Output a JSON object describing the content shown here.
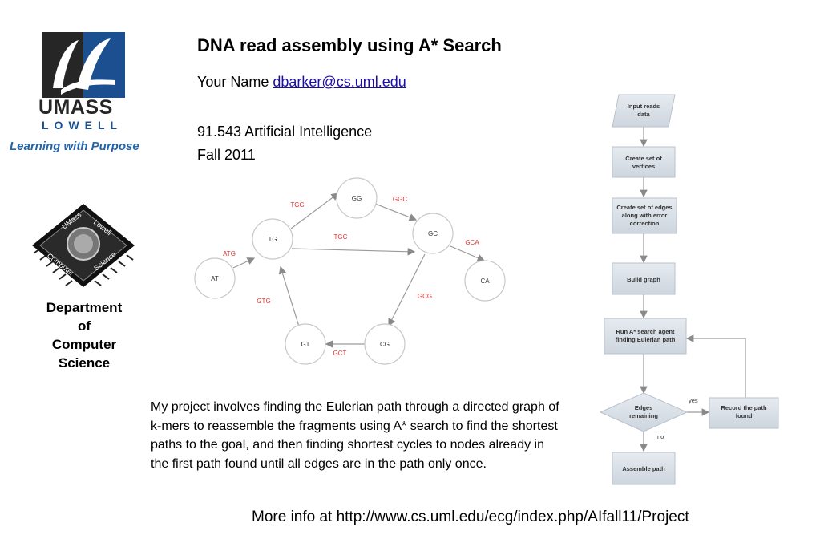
{
  "header": {
    "title": "DNA read assembly using A* Search",
    "name_prefix": "Your Name ",
    "email": "dbarker@cs.uml.edu",
    "course": "91.543  Artificial Intelligence",
    "term": "Fall 2011"
  },
  "logo": {
    "brand": "UMASS",
    "sub": "LOWELL",
    "tagline": "Learning with Purpose",
    "chip_words": [
      "UMass",
      "Lowell",
      "Computer",
      "Science"
    ]
  },
  "department": {
    "lines": [
      "Department",
      "of",
      "Computer",
      "Science"
    ]
  },
  "graph": {
    "nodes": [
      "AT",
      "TG",
      "GG",
      "GC",
      "CA",
      "CG",
      "GT"
    ],
    "edges": [
      "ATG",
      "TGG",
      "GGC",
      "TGC",
      "GCA",
      "GCG",
      "GCT",
      "GTG"
    ]
  },
  "flowchart": {
    "steps": {
      "input_l1": "Input reads",
      "input_l2": "data",
      "vertices_l1": "Create set of",
      "vertices_l2": "vertices",
      "edges_l1": "Create set of edges",
      "edges_l2": "along with error",
      "edges_l3": "correction",
      "build": "Build graph",
      "search_l1": "Run A* search agent",
      "search_l2": "finding Eulerian path",
      "decision_l1": "Edges",
      "decision_l2": "remaining",
      "record_l1": "Record the path",
      "record_l2": "found",
      "assemble": "Assemble path"
    },
    "yes_label": "yes",
    "no_label": "no"
  },
  "description": "My project involves finding the Eulerian path through a directed graph of k-mers to reassemble the fragments using A* search to find the shortest paths to the goal, and then finding shortest cycles to nodes already in the first path found until all edges are in the path only once.",
  "footer": {
    "more_info": "More info at http://www.cs.uml.edu/ecg/index.php/AIfall11/Project"
  },
  "colors": {
    "edge_label": "#e03030",
    "flow_box": "#d4dbe3",
    "logo_blue": "#1b4f8f"
  }
}
